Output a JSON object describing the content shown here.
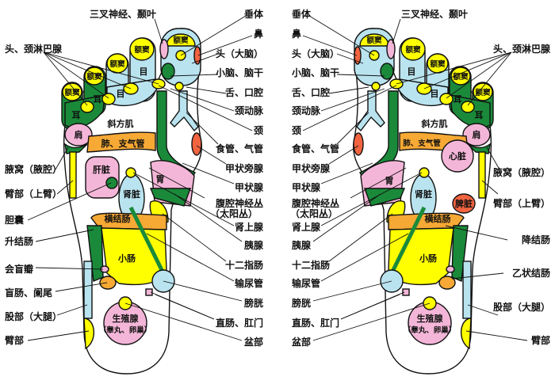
{
  "colors": {
    "light_blue": "#b9e3ee",
    "yellow": "#ffff00",
    "green": "#1a8a3a",
    "pink": "#f4b6d8",
    "orange": "#f7a935",
    "red": "#f26440"
  },
  "left_foot": {
    "top_label": "三叉神经、颞叶",
    "outer_labels": [
      "头、颈淋巴腺",
      "腋窝（腋腔）",
      "臂部（上臂）",
      "胆囊",
      "升结肠",
      "会盲瓣",
      "盲肠、阑尾",
      "股部（大腿）",
      "臂部"
    ],
    "inner_labels": [
      "垂体",
      "鼻",
      "头（大脑）",
      "小脑、脑干",
      "舌、口腔",
      "颈动脉",
      "颈",
      "食管、气管",
      "甲状旁腺",
      "甲状腺",
      "腹腔神经丛",
      "（太阳丛）",
      "肾上腺",
      "胰腺",
      "十二指肠",
      "输尿管",
      "膀胱",
      "直肠、肛门",
      "盆部"
    ],
    "organs": {
      "sinus": "额窦",
      "eye": "目",
      "ear": "耳",
      "trapezius": "斜方肌",
      "shoulder": "肩",
      "lung": "肺、支气管",
      "liver": "肝脏",
      "kidney": "肾脏",
      "stomach": "胃",
      "transverse_colon": "横结肠",
      "small_intestine": "小肠",
      "gonad": "生殖腺",
      "gonad_sub": "（睾丸、卵巢）"
    }
  },
  "right_foot": {
    "top_label": "三叉神经、颞叶",
    "outer_labels": [
      "头、颈淋巴腺",
      "腋窝（腋腔）",
      "臂部（上臂）",
      "降结肠",
      "乙状结肠",
      "股部（大腿）",
      "臂部"
    ],
    "inner_labels": [
      "垂体",
      "鼻",
      "头（大脑）",
      "小脑、脑干",
      "舌、口腔",
      "颈动脉",
      "颈",
      "食管、气管",
      "甲状旁腺",
      "甲状腺",
      "腹腔神经丛",
      "（太阳丛）",
      "肾上腺",
      "胰腺",
      "十二指肠",
      "输尿管",
      "膀胱",
      "直肠、肛门",
      "盆部"
    ],
    "organs": {
      "sinus": "额窦",
      "eye": "目",
      "ear": "耳",
      "trapezius": "斜方肌",
      "shoulder": "肩",
      "lung": "肺、支气管",
      "heart": "心脏",
      "spleen": "脾脏",
      "kidney": "肾脏",
      "stomach": "胃",
      "transverse_colon": "横结肠",
      "small_intestine": "小肠",
      "gonad": "生殖腺",
      "gonad_sub": "（睾丸、卵巢）"
    }
  }
}
